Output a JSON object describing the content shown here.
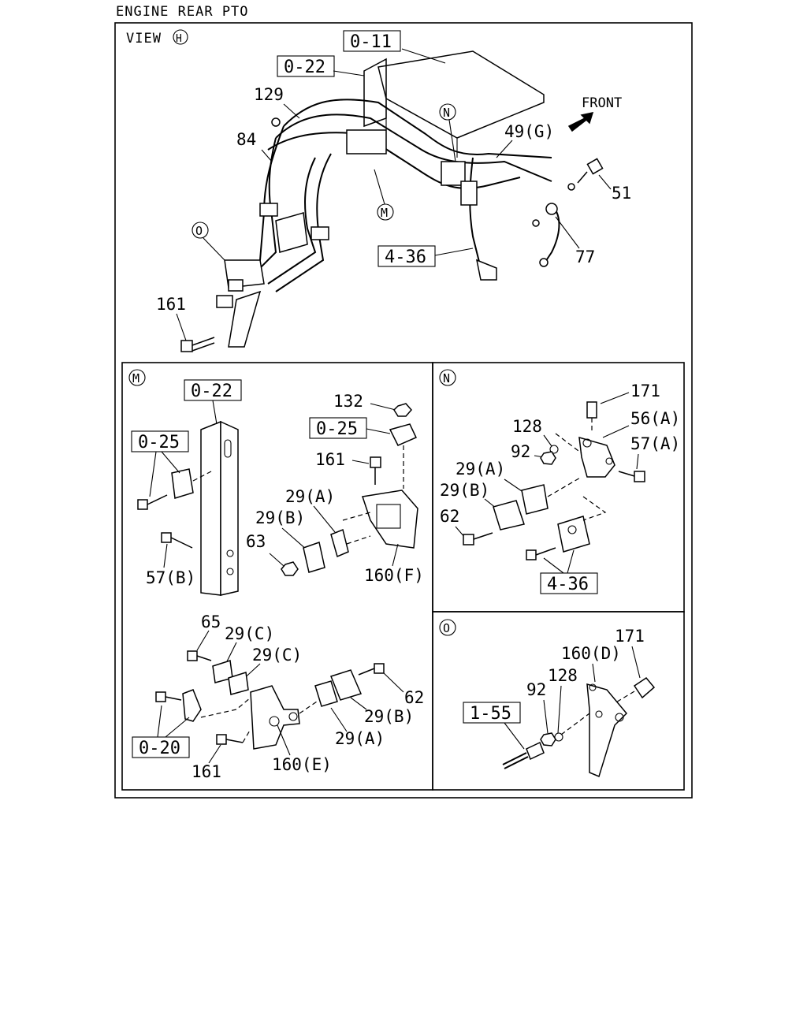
{
  "title": "ENGINE REAR PTO",
  "view_label": "VIEW",
  "view_ref": "H",
  "main": {
    "ref_boxes": [
      "0-11",
      "0-22",
      "4-36"
    ],
    "front_label": "FRONT",
    "callouts": [
      "129",
      "84",
      "161",
      "49(G)",
      "51",
      "77"
    ],
    "detail_refs": [
      "M",
      "N",
      "O"
    ]
  },
  "detail_m": {
    "marker": "M",
    "ref_boxes": [
      "0-22",
      "0-25",
      "0-25",
      "0-20"
    ],
    "callouts": [
      "132",
      "161",
      "29(A)",
      "29(B)",
      "63",
      "160(F)",
      "57(B)",
      "65",
      "29(C)",
      "29(C)",
      "62",
      "29(B)",
      "29(A)",
      "160(E)",
      "161"
    ]
  },
  "detail_n": {
    "marker": "N",
    "ref_boxes": [
      "4-36"
    ],
    "callouts": [
      "171",
      "56(A)",
      "57(A)",
      "128",
      "92",
      "29(A)",
      "29(B)",
      "62"
    ]
  },
  "detail_o": {
    "marker": "O",
    "ref_boxes": [
      "1-55"
    ],
    "callouts": [
      "171",
      "160(D)",
      "128",
      "92"
    ]
  }
}
